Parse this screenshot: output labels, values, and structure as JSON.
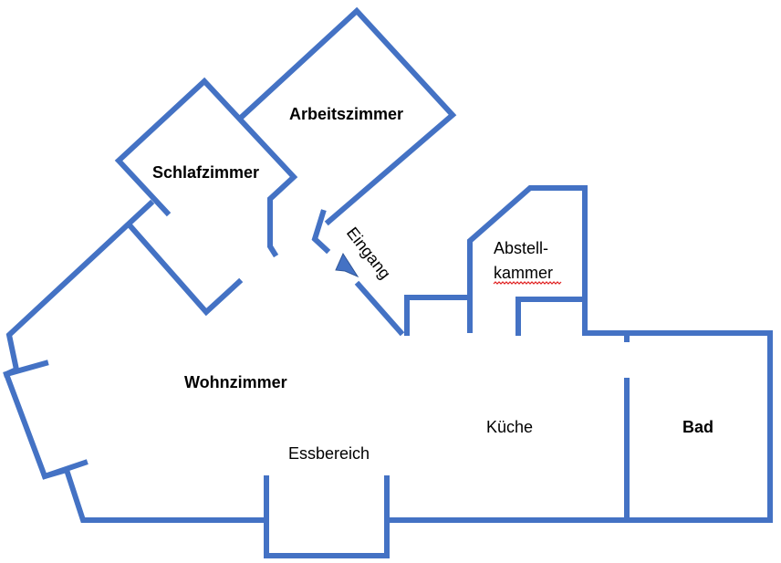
{
  "colors": {
    "wall": "#4472C4",
    "text": "#000000",
    "spellcheck": "#E02020"
  },
  "rooms": {
    "arbeitszimmer": "Arbeitszimmer",
    "schlafzimmer": "Schlafzimmer",
    "eingang": "Eingang",
    "abstell_line1": "Abstell-",
    "abstell_line2": "kammer",
    "wohnzimmer": "Wohnzimmer",
    "kueche": "Küche",
    "essbereich": "Essbereich",
    "bad": "Bad"
  },
  "icons": {
    "entrance_marker": "entrance-arrow-icon"
  }
}
